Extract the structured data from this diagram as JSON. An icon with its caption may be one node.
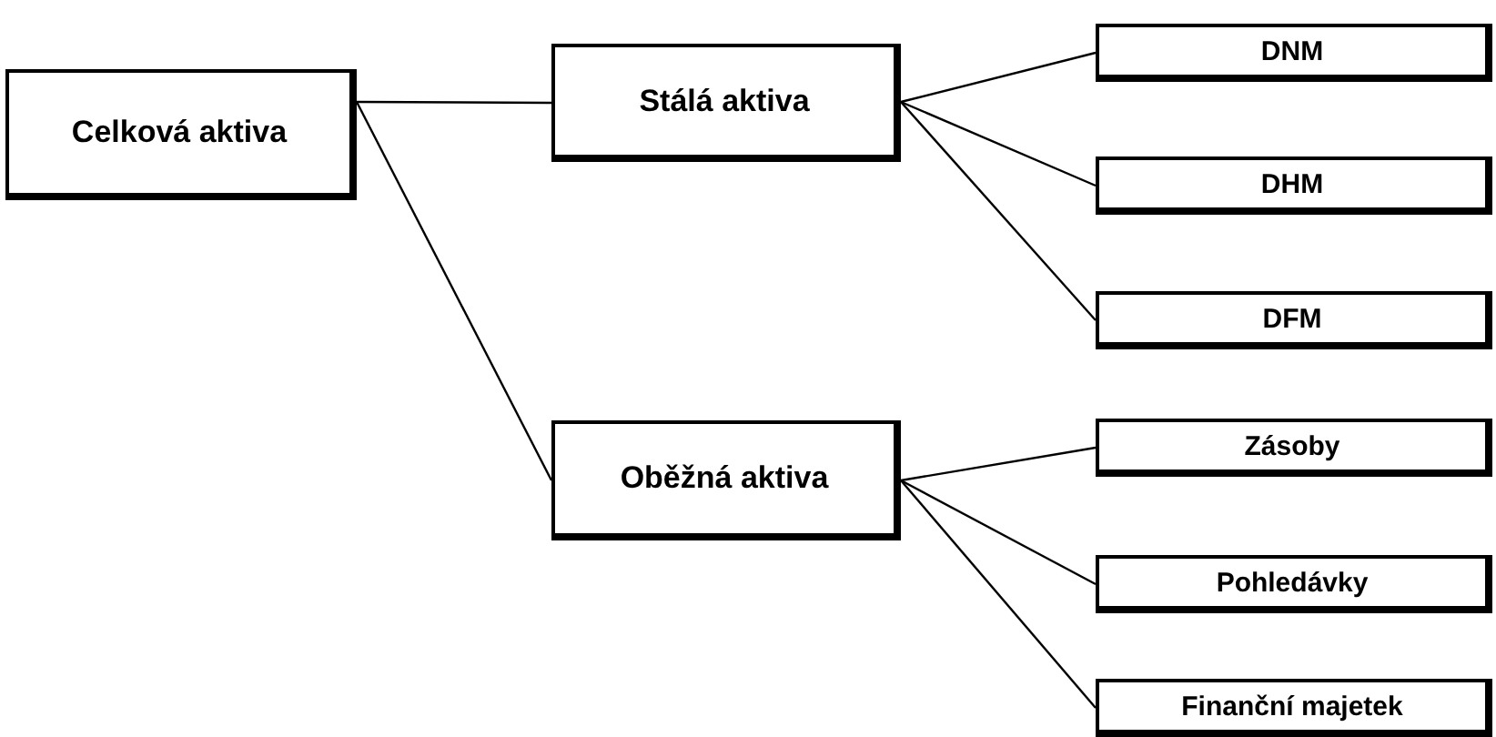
{
  "diagram": {
    "nodes": [
      {
        "text": [
          "Celková aktiva"
        ]
      },
      {
        "text": [
          "Stálá aktiva"
        ]
      },
      {
        "text": [
          "Oběžná aktiva"
        ]
      },
      {
        "text": [
          "DNM"
        ]
      },
      {
        "text": [
          "DHM"
        ]
      },
      {
        "text": [
          "DFM"
        ]
      },
      {
        "text": [
          "Zásoby"
        ]
      },
      {
        "text": [
          "Pohledávky"
        ]
      },
      {
        "text": [
          "Finanční majetek"
        ]
      }
    ],
    "edges": [
      {
        "from": 0,
        "to": 1,
        "arrow": "none"
      },
      {
        "from": 0,
        "to": 2,
        "arrow": "none"
      },
      {
        "from": 1,
        "to": 3,
        "arrow": "none"
      },
      {
        "from": 1,
        "to": 4,
        "arrow": "none"
      },
      {
        "from": 1,
        "to": 5,
        "arrow": "none"
      },
      {
        "from": 2,
        "to": 6,
        "arrow": "none"
      },
      {
        "from": 2,
        "to": 7,
        "arrow": "none"
      },
      {
        "from": 2,
        "to": 8,
        "arrow": "none"
      }
    ]
  }
}
